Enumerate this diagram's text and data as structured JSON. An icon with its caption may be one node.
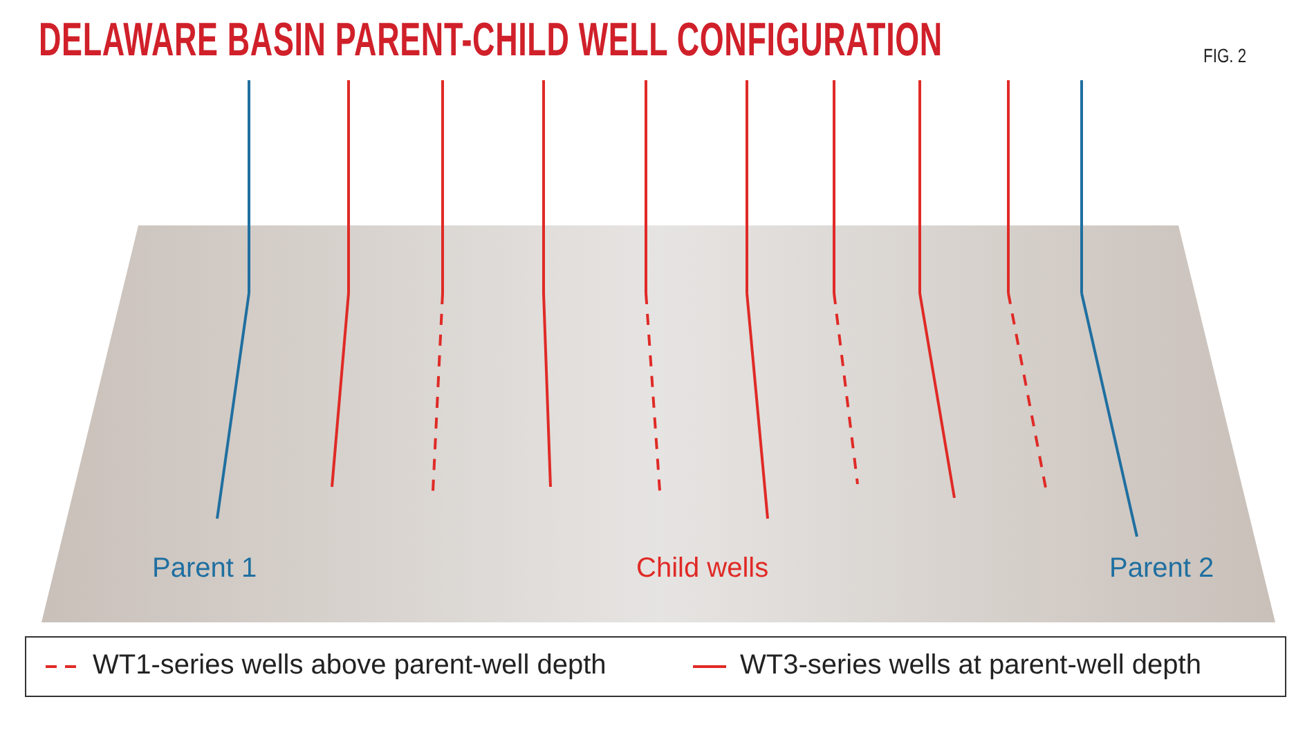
{
  "diagram": {
    "title": "DELAWARE BASIN PARENT-CHILD WELL CONFIGURATION",
    "labels": [
      "FIG. 2",
      "Parent 1",
      "Child wells",
      "Parent 2"
    ],
    "legend": [
      {
        "text": "WT1-series wells above parent-well depth"
      },
      {
        "text": "WT3-series wells at parent-well depth"
      }
    ]
  }
}
